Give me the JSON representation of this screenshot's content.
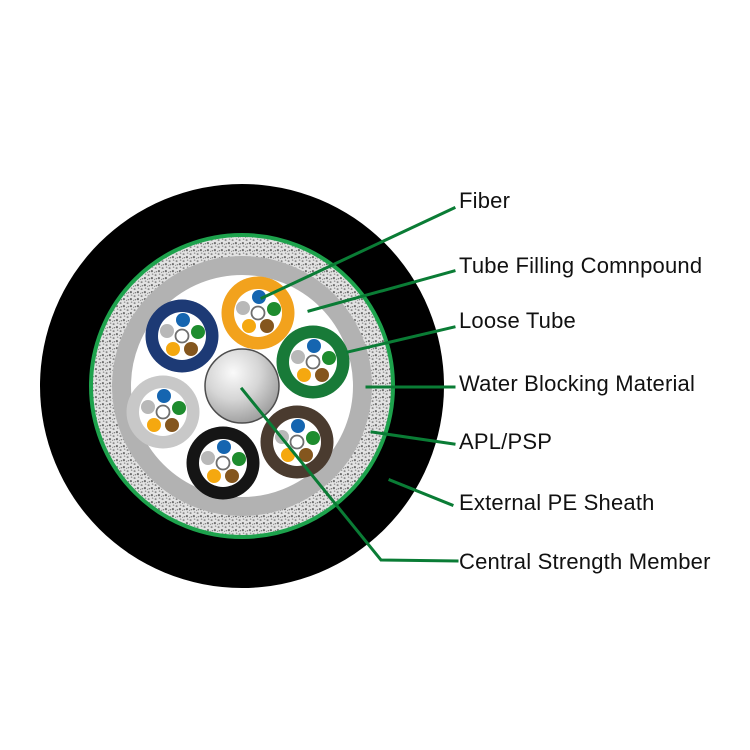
{
  "figure": {
    "kind": "fiber-optic-cable-cross-section-diagram"
  },
  "labels": [
    {
      "text": "Fiber"
    },
    {
      "text": "Tube Filling Comnpound"
    },
    {
      "text": "Loose Tube"
    },
    {
      "text": "Water Blocking Material"
    },
    {
      "text": "APL/PSP"
    },
    {
      "text": "External PE Sheath"
    },
    {
      "text": "Central Strength Member"
    }
  ],
  "cable": {
    "layers_outside_in": [
      "External PE Sheath",
      "APL/PSP",
      "Water Blocking Material",
      "Loose Tube",
      "Tube Filling Comnpound",
      "Fiber",
      "Central Strength Member"
    ],
    "loose_tube_count": 6,
    "loose_tube_colors": [
      {
        "name": "orange",
        "hex": "#F2A21D"
      },
      {
        "name": "navy-blue",
        "hex": "#1D3A75"
      },
      {
        "name": "green",
        "hex": "#187A38"
      },
      {
        "name": "light-gray",
        "hex": "#C8C8C8"
      },
      {
        "name": "black",
        "hex": "#151515"
      },
      {
        "name": "dark-brown",
        "hex": "#4A3B2F"
      }
    ],
    "fibers_per_tube": 6,
    "fiber_colors": [
      "blue",
      "slate-gray",
      "green",
      "orange",
      "brown",
      "white"
    ],
    "colors": {
      "sheath": "#000000",
      "binder_ring_green": "#1DA24C",
      "leader_line_green": "#0A7C35",
      "armor_speckle_gray": "#E2E2E2",
      "water_blocking_gray": "#B2B2B2",
      "label_text": "#111111"
    }
  }
}
